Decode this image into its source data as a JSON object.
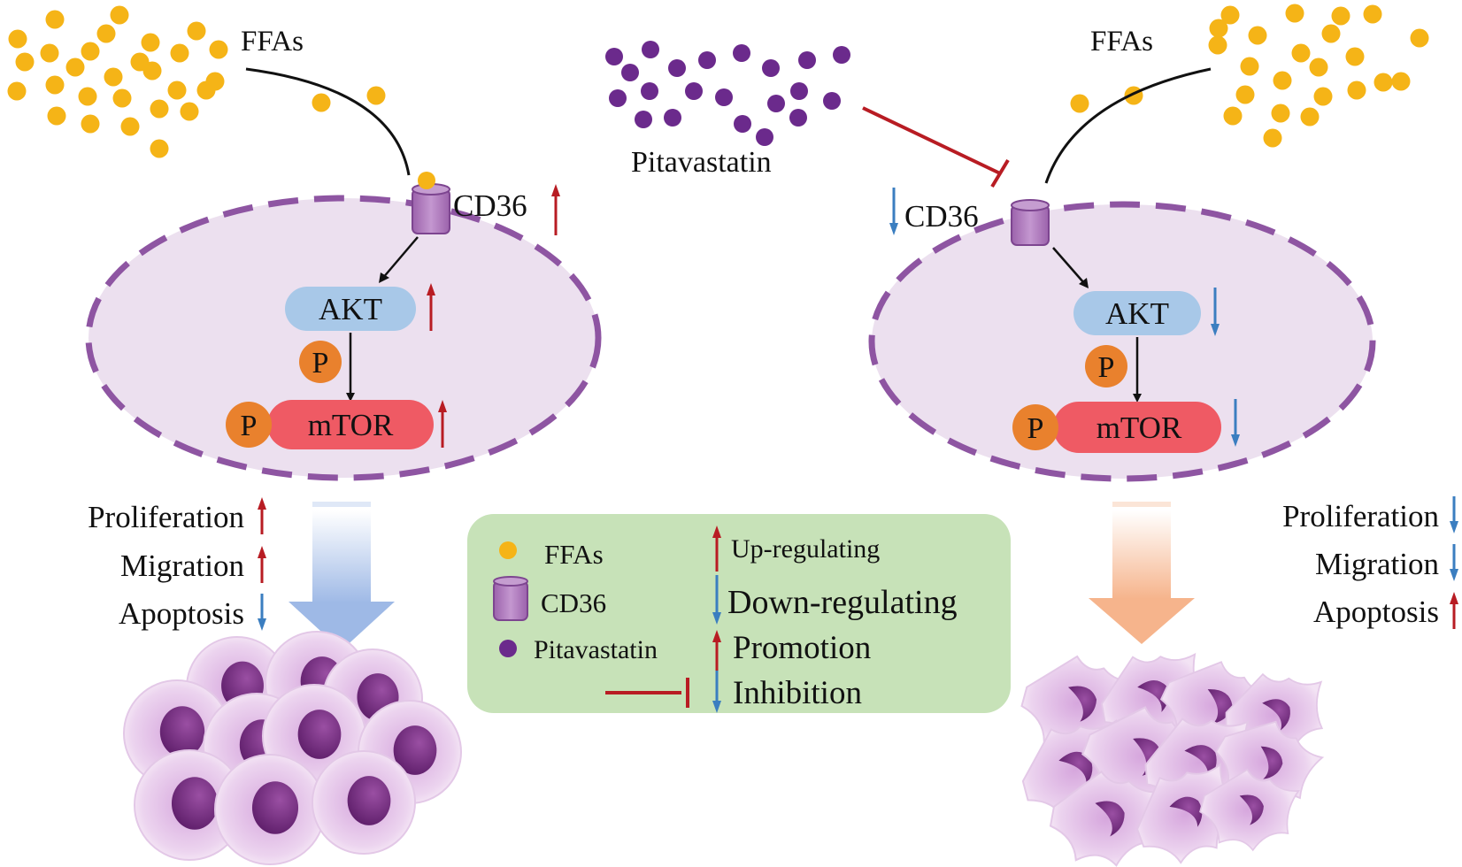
{
  "labels": {
    "ffas_left": "FFAs",
    "ffas_right": "FFAs",
    "pitavastatin": "Pitavastatin",
    "cd36_left": "CD36",
    "cd36_right": "CD36",
    "akt_left": "AKT",
    "akt_right": "AKT",
    "mtor_left": "mTOR",
    "mtor_right": "mTOR",
    "p": "P"
  },
  "outcomes_left": [
    {
      "label": "Proliferation",
      "direction": "up"
    },
    {
      "label": "Migration",
      "direction": "up"
    },
    {
      "label": "Apoptosis",
      "direction": "down"
    }
  ],
  "outcomes_right": [
    {
      "label": "Proliferation",
      "direction": "down"
    },
    {
      "label": "Migration",
      "direction": "down"
    },
    {
      "label": "Apoptosis",
      "direction": "up"
    }
  ],
  "legend": {
    "ffas": "FFAs",
    "cd36": "CD36",
    "pitavastatin": "Pitavastatin",
    "up_regulating": "Up-regulating",
    "down_regulating": "Down-regulating",
    "promotion": "Promotion",
    "inhibition": "Inhibition"
  },
  "colors": {
    "ffa": "#f5b417",
    "pitavastatin": "#6b2a8c",
    "membrane_fill": "#ece0ef",
    "membrane_stroke": "#8e55a2",
    "cd36": "#b07bc0",
    "akt": "#a8c8e8",
    "mtor": "#ef5a64",
    "phospho": "#e9812d",
    "up_arrow": "#b81c23",
    "down_arrow": "#3b7ec0",
    "inhibit": "#b81c23",
    "legend_bg": "#c7e2b8"
  }
}
